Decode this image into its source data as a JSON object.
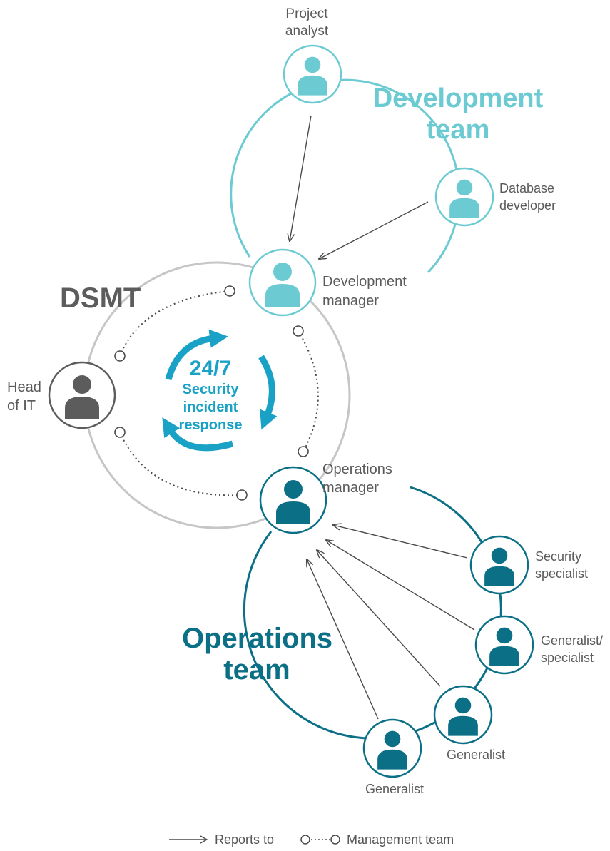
{
  "colors": {
    "dev": "#6ccbd2",
    "ops": "#0b6f86",
    "dsmt": "#5c5c5c",
    "dsmt_ring": "#c6c6c6",
    "center": "#1aa2c6",
    "arrow": "#4a4a4a",
    "label": "#5a5a5a"
  },
  "groups": {
    "development": {
      "title_line1": "Development",
      "title_line2": "team"
    },
    "operations": {
      "title_line1": "Operations",
      "title_line2": "team"
    },
    "dsmt": {
      "title": "DSMT"
    }
  },
  "cycle": {
    "line1": "24/7",
    "line2": "Security",
    "line3": "incident",
    "line4": "response"
  },
  "roles": {
    "project_analyst": {
      "line1": "Project",
      "line2": "analyst",
      "team": "development",
      "icon": "person-icon"
    },
    "database_developer": {
      "line1": "Database",
      "line2": "developer",
      "team": "development",
      "icon": "person-icon"
    },
    "development_manager": {
      "line1": "Development",
      "line2": "manager",
      "team": "development",
      "icon": "person-icon"
    },
    "head_of_it": {
      "line1": "Head",
      "line2": "of IT",
      "team": "dsmt",
      "icon": "person-icon"
    },
    "operations_manager": {
      "line1": "Operations",
      "line2": "manager",
      "team": "operations",
      "icon": "person-icon"
    },
    "security_specialist": {
      "line1": "Security",
      "line2": "specialist",
      "team": "operations",
      "icon": "person-icon"
    },
    "generalist_specialist": {
      "line1": "Generalist/",
      "line2": "specialist",
      "team": "operations",
      "icon": "person-icon"
    },
    "generalist_1": {
      "line1": "Generalist",
      "team": "operations",
      "icon": "person-icon"
    },
    "generalist_2": {
      "line1": "Generalist",
      "team": "operations",
      "icon": "person-icon"
    }
  },
  "reports_to": [
    {
      "from": "project_analyst",
      "to": "development_manager"
    },
    {
      "from": "database_developer",
      "to": "development_manager"
    },
    {
      "from": "security_specialist",
      "to": "operations_manager"
    },
    {
      "from": "generalist_specialist",
      "to": "operations_manager"
    },
    {
      "from": "generalist_1",
      "to": "operations_manager"
    },
    {
      "from": "generalist_2",
      "to": "operations_manager"
    }
  ],
  "management_team": [
    {
      "from": "head_of_it",
      "to": "development_manager"
    },
    {
      "from": "development_manager",
      "to": "operations_manager"
    },
    {
      "from": "head_of_it",
      "to": "operations_manager"
    }
  ],
  "legend": {
    "reports_to": "Reports to",
    "management_team": "Management team"
  }
}
